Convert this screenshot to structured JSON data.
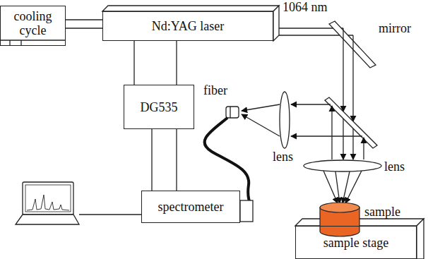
{
  "diagram": {
    "nodes": [
      {
        "text": [
          "cooling cycle"
        ]
      },
      {
        "text": [
          "Nd:YAG laser"
        ]
      },
      {
        "text": [
          "DG535"
        ]
      },
      {
        "text": [
          "spectrometer"
        ]
      },
      {
        "text": [
          "sample"
        ]
      },
      {
        "text": [
          "sample stage"
        ]
      }
    ],
    "edges": [
      {
        "from": 0,
        "to": 1,
        "arrow": "none"
      },
      {
        "from": 1,
        "to": 2,
        "arrow": "none"
      },
      {
        "from": 2,
        "to": 3,
        "arrow": "none"
      }
    ],
    "labels": [
      "1064 nm",
      "mirror",
      "fiber",
      "lens",
      "lens"
    ]
  }
}
